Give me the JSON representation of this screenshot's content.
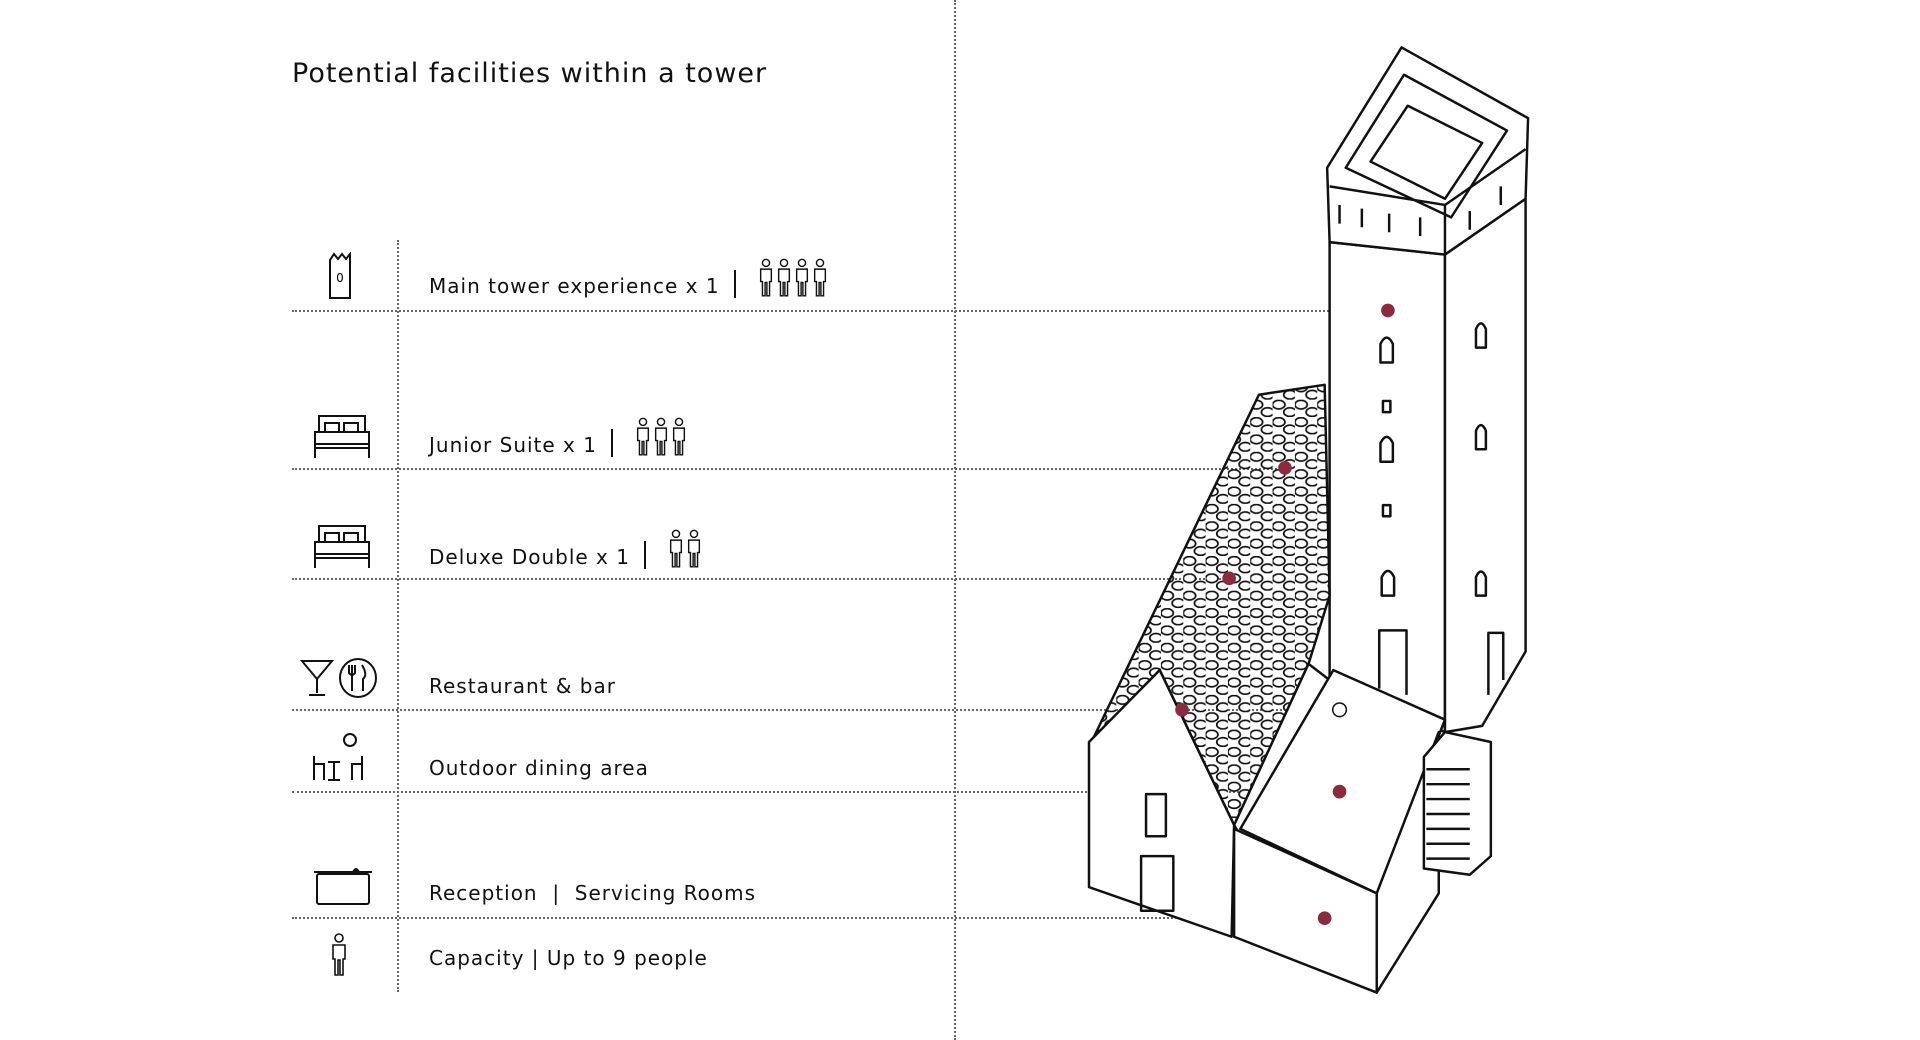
{
  "title": "Potential facilities within a tower",
  "rows": [
    {
      "icon": "tower-icon",
      "label": "Main tower experience x 1",
      "persons": 4,
      "separator": "|"
    },
    {
      "icon": "bed-icon",
      "label": "Junior Suite x 1",
      "persons": 3,
      "separator": "|"
    },
    {
      "icon": "bed-icon",
      "label": "Deluxe Double x 1",
      "persons": 2,
      "separator": "|"
    },
    {
      "icon": "cocktail-and-cutlery-icon",
      "label": "Restaurant & bar"
    },
    {
      "icon": "outdoor-table-icon",
      "label": "Outdoor dining area"
    },
    {
      "icon": "reception-desk-icon",
      "label": "Reception  |  Servicing Rooms"
    },
    {
      "icon": "person-icon",
      "label": "Capacity | Up to 9 people"
    }
  ],
  "colors": {
    "marker": "#8a2b3f",
    "line": "#666666",
    "ink": "#111111"
  }
}
